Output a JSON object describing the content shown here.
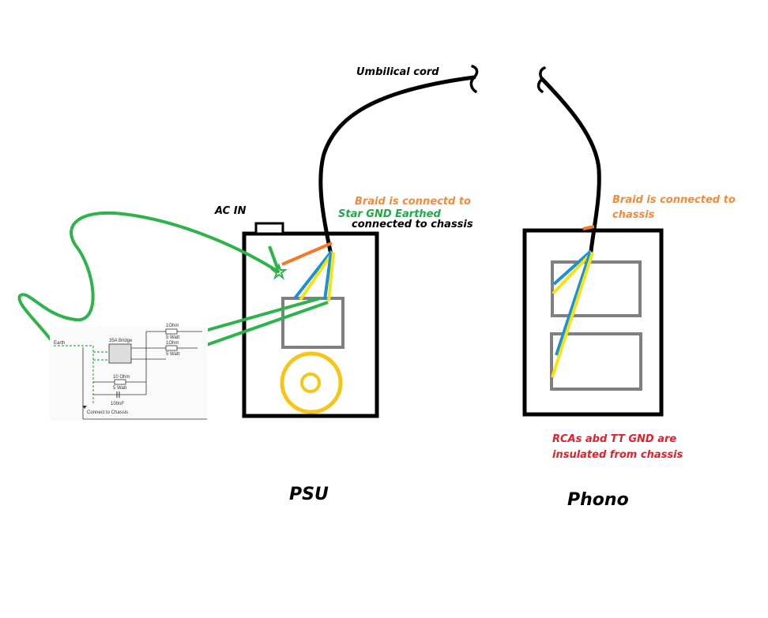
{
  "labels": {
    "umbilical": "Umbilical cord",
    "ac_in": "AC IN",
    "braid_psu_1": "Braid is connectd to",
    "braid_psu_2": "Star GND Earthed",
    "braid_psu_3": "connected to chassis",
    "braid_phono_1": "Braid is  connected to",
    "braid_phono_2": "chassis",
    "rca_1": "RCAs abd TT GND  are",
    "rca_2": "insulated from chassis",
    "psu": "PSU",
    "phono": "Phono"
  },
  "schematic": {
    "earth": "Earth",
    "bridge": "35A Bridge",
    "r1_value": "1Ohm",
    "r1_power": "5 Watt",
    "r2_value": "1Ohm",
    "r2_power": "5 Watt",
    "r3_value": "10 Ohm",
    "r3_power": "5 Watt",
    "cap_value": "100nF",
    "chassis": "Connect to Chassis"
  },
  "colors": {
    "orange_text": "#f08a3c",
    "green_text": "#22a84a",
    "red_text": "#e0202a",
    "wire_green": "#2db34a",
    "wire_blue": "#1e90d8",
    "wire_yellow": "#f5e414",
    "wire_orange": "#f07a2a",
    "wire_black": "#000000",
    "box_gray": "#808080",
    "transformer_yellow": "#f5c518"
  }
}
